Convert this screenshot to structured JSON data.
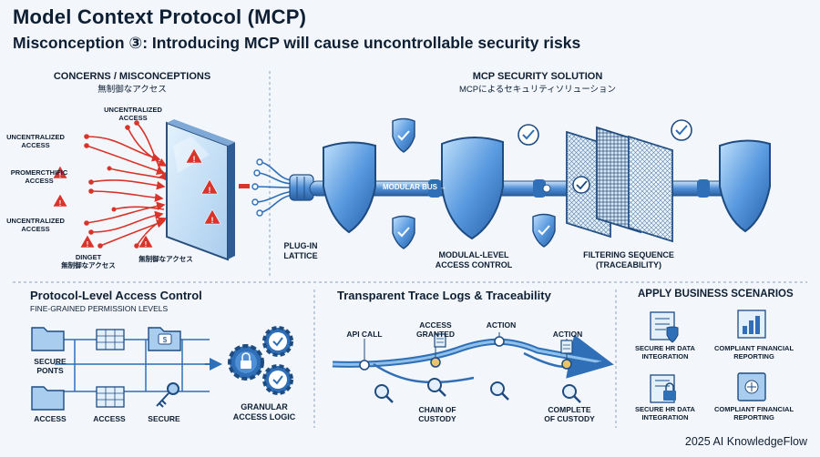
{
  "header": {
    "title": "Model Context Protocol (MCP)",
    "subtitle": "Misconception ③: Introducing MCP will cause uncontrollable security risks"
  },
  "concerns": {
    "heading": "CONCERNS / MISCONCEPTIONS",
    "heading_jp": "無制御なアクセス",
    "labels": {
      "top": "UNCENTRALIZED\nACCESS",
      "left1": "UNCENTRALIZED\nACCESS",
      "left2": "PROMERCTHIFIC\nACCESS",
      "left3": "UNCENTRALIZED\nACCESS",
      "bottom1": "DINGET\n無制御なアクセス",
      "bottom2": "無制御なアクセス"
    }
  },
  "solution": {
    "heading": "MCP SECURITY SOLUTION",
    "heading_jp": "MCPによるセキュリティソリューション",
    "bus_label": "MODULAR BUS →",
    "plugin_label": "PLUG-IN\nLATTICE",
    "modular_label": "MODULAL-LEVEL\nACCESS CONTROL",
    "filter_label": "FILTERING SEQUENCE\n(TRACEABILITY)"
  },
  "protocol": {
    "heading": "Protocol-Level Access Control",
    "subheading": "FINE-GRAINED PERMISSION LEVELS",
    "labels": {
      "secure_points": "SECURE\nPONTS",
      "access1": "ACCESS",
      "access2": "ACCESS",
      "secure": "SECURE",
      "granular": "GRANULAR\nACCESS LOGIC"
    }
  },
  "trace": {
    "heading": "Transparent Trace Logs & Traceability",
    "labels": {
      "api_call": "API CALL",
      "access_granted": "ACCESS\nGRANTED",
      "action1": "ACTION",
      "action2": "ACTION",
      "chain": "CHAIN OF\nCUSTODY",
      "complete": "COMPLETE\nOF CUSTODY"
    }
  },
  "business": {
    "heading": "APPLY BUSINESS SCENARIOS",
    "items": [
      "SECURE HR DATA\nINTEGRATION",
      "COMPLIANT FINANCIAL\nREPORTING",
      "SECURE HR DATA\nINTEGRATION",
      "COMPLIANT FINANCIAL\nREPORTING"
    ]
  },
  "footer": {
    "credit": "2025 AI KnowledgeFlow"
  },
  "colors": {
    "red": "#d9342b",
    "blue": "#2f6fb8",
    "light_blue": "#8fc1ea",
    "dark": "#0f1f33"
  }
}
